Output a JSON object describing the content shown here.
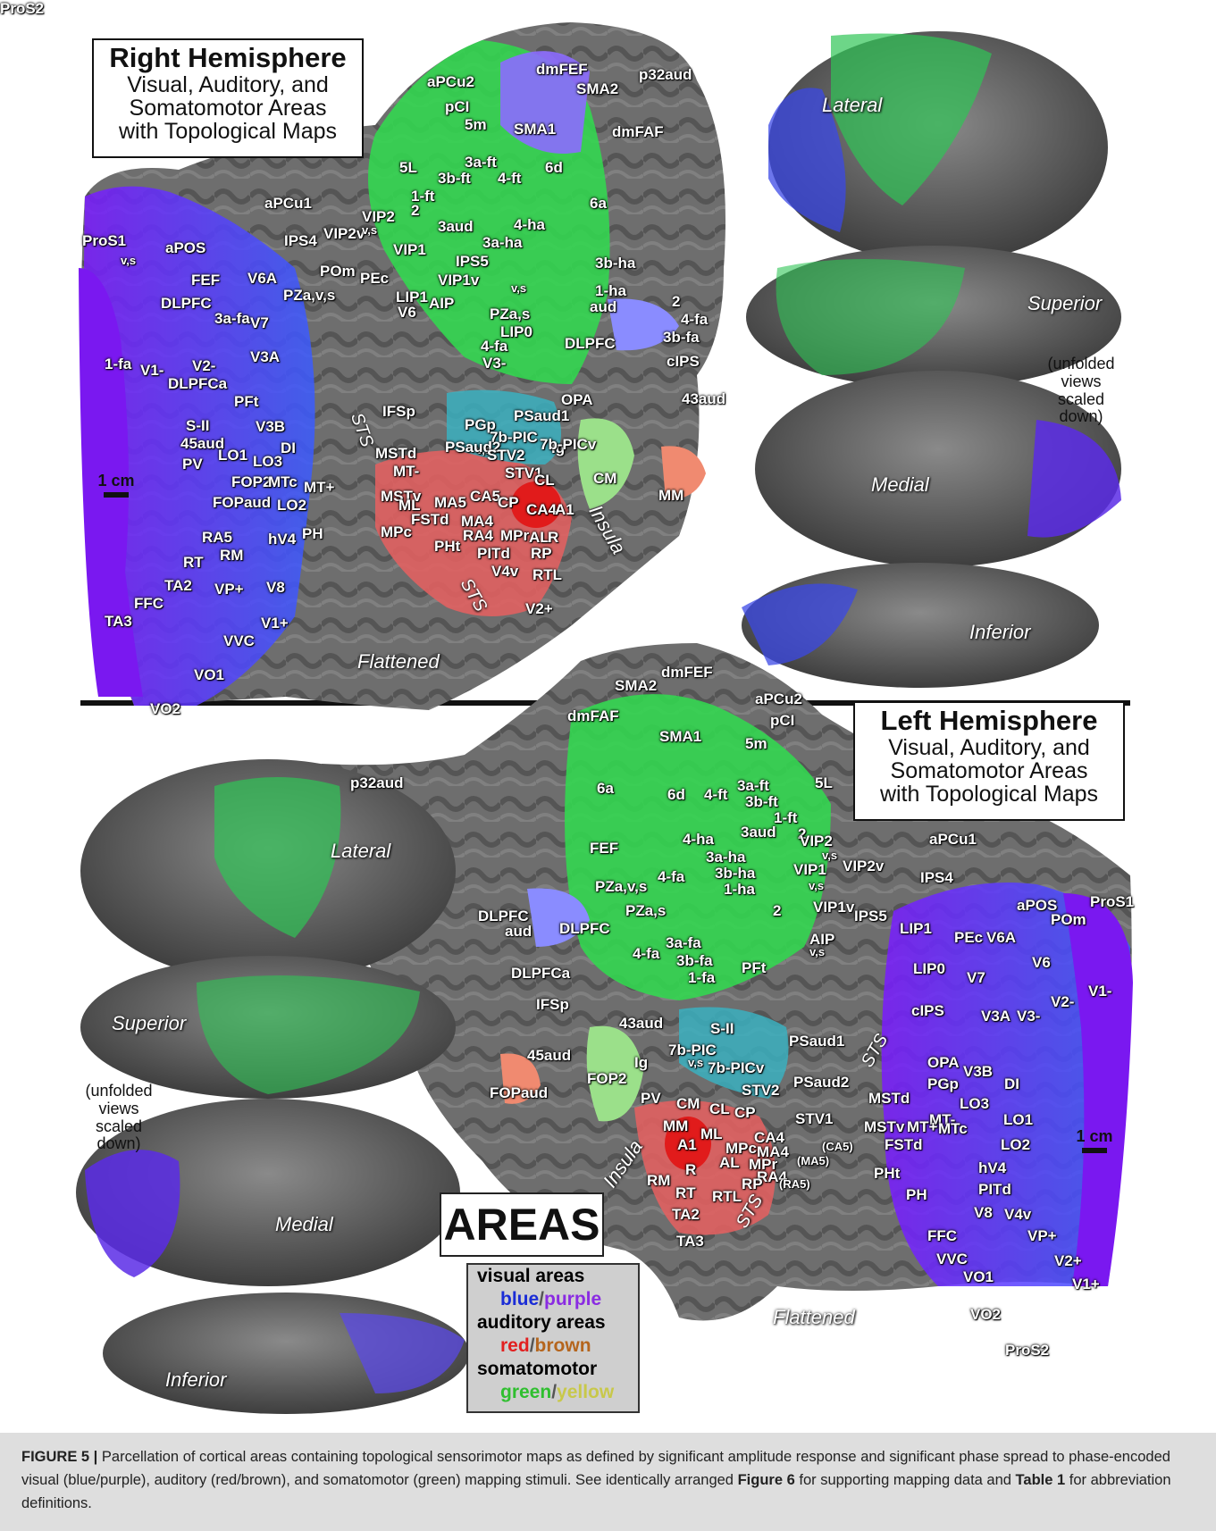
{
  "right_box": {
    "title": "Right Hemisphere",
    "line1": "Visual, Auditory, and",
    "line2": "Somatomotor Areas",
    "line3": "with Topological Maps"
  },
  "left_box": {
    "title": "Left Hemisphere",
    "line1": "Visual, Auditory, and",
    "line2": "Somatomotor Areas",
    "line3": "with Topological Maps"
  },
  "view_labels": {
    "lateral": "Lateral",
    "superior": "Superior",
    "medial": "Medial",
    "inferior": "Inferior",
    "flattened": "Flattened",
    "insula": "Insula",
    "sts": "STS"
  },
  "unfolded_note": [
    "(unfolded",
    "views",
    "scaled",
    "down)"
  ],
  "scale_label": "1 cm",
  "areas_title": "AREAS",
  "legend": {
    "visual_label": "visual areas",
    "visual_colors_a": "blue",
    "slash": "/",
    "visual_colors_b": "purple",
    "auditory_label": "auditory areas",
    "auditory_colors_a": "red",
    "auditory_colors_b": "brown",
    "somato_label": "somatomotor",
    "somato_colors_a": "green",
    "somato_colors_b": "yellow",
    "color_blue": "#1a2cd6",
    "color_purple": "#8a2be2",
    "color_red": "#e22020",
    "color_brown": "#b5651d",
    "color_green": "#2fbf2f",
    "color_yellow": "#c8c84a"
  },
  "area_labels_right": [
    "aPCu2",
    "dmFEF",
    "p32aud",
    "SMA2",
    "pCI",
    "5m",
    "SMA1",
    "dmFAF",
    "3a-ft",
    "6d",
    "5L",
    "3b-ft",
    "4-ft",
    "1-ft",
    "aPCu1",
    "2",
    "6a",
    "3aud",
    "VIP2",
    "4-ha",
    "VIP2v",
    "v,s",
    "IPS4",
    "ProS1",
    "aPOS",
    "VIP1",
    "3a-ha",
    "v,s",
    "POm",
    "IPS5",
    "3b-ha",
    "FEF",
    "V6A",
    "PEc",
    "VIP1v",
    "1-ha",
    "PZa,v,s",
    "LIP1",
    "AIP",
    "2",
    "DLPFC",
    "V6",
    "v,s",
    "4-fa",
    "aud",
    "PZa,s",
    "3a-fa",
    "V7",
    "LIP0",
    "3b-fa",
    "DLPFC",
    "4-fa",
    "1-fa",
    "V1-",
    "V2-",
    "V3A",
    "cIPS",
    "DLPFCa",
    "V3-",
    "PFt",
    "OPA",
    "43aud",
    "IFSp",
    "PSaud1",
    "S-II",
    "V3B",
    "PGp",
    "7b-PIC",
    "v,s",
    "Ig",
    "45aud",
    "DI",
    "MSTd",
    "PSaud2",
    "STV2",
    "7b-PICv",
    "PV",
    "LO1",
    "LO3",
    "MT-",
    "STV1",
    "CL",
    "CM",
    "FOP2",
    "MTc",
    "MT+",
    "MSTv",
    "CA5",
    "CP",
    "ML",
    "MA5",
    "CA4",
    "A1",
    "MM",
    "FOPaud",
    "LO2",
    "FSTd",
    "MA4",
    "MPc",
    "RA5",
    "hV4",
    "PH",
    "PHt",
    "RA4",
    "MPr",
    "AL",
    "R",
    "RM",
    "PITd",
    "RP",
    "RT",
    "V4v",
    "RTL",
    "TA2",
    "VP+",
    "V8",
    "FFC",
    "V2+",
    "TA3",
    "V1+",
    "VVC",
    "VO1",
    "VO2",
    "ProS2"
  ],
  "area_labels_left": [
    "dmFEF",
    "SMA2",
    "aPCu2",
    "dmFAF",
    "pCI",
    "SMA1",
    "5m",
    "p32aud",
    "6a",
    "6d",
    "4-ft",
    "3a-ft",
    "5L",
    "3b-ft",
    "1-ft",
    "2",
    "3aud",
    "FEF",
    "4-ha",
    "VIP2",
    "3a-ha",
    "v,s",
    "aPCu1",
    "VIP2v",
    "3b-ha",
    "VIP1",
    "PZa,v,s",
    "4-fa",
    "v,s",
    "IPS4",
    "1-ha",
    "PZa,s",
    "2",
    "VIP1v",
    "IPS5",
    "aPOS",
    "ProS1",
    "DLPFC",
    "DLPFC",
    "AIP",
    "LIP1",
    "PEc",
    "V6A",
    "POm",
    "aud",
    "3a-fa",
    "v,s",
    "4-fa",
    "3b-fa",
    "PFt",
    "V6",
    "DLPFCa",
    "1-fa",
    "LIP0",
    "V7",
    "V2-",
    "V1-",
    "IFSp",
    "43aud",
    "cIPS",
    "V3A",
    "V3-",
    "S-II",
    "PSaud1",
    "45aud",
    "7b-PIC",
    "OPA",
    "V3B",
    "Ig",
    "v,s",
    "7b-PICv",
    "PGp",
    "DI",
    "FOPaud",
    "FOP2",
    "PSaud2",
    "MSTd",
    "LO3",
    "PV",
    "CM",
    "CL",
    "STV2",
    "CP",
    "MT-",
    "STV1",
    "LO1",
    "MM",
    "ML",
    "MSTv",
    "MT+",
    "MTc",
    "CA4",
    "A1",
    "MPc",
    "MA4",
    "(CA5)",
    "FSTd",
    "LO2",
    "AL",
    "MPr",
    "(MA5)",
    "hV4",
    "R",
    "RA4",
    "PHt",
    "RM",
    "RP",
    "PITd",
    "RT",
    "RTL",
    "(RA5)",
    "PH",
    "V8",
    "V4v",
    "TA2",
    "FFC",
    "VP+",
    "TA3",
    "VVC",
    "V2+",
    "VO1",
    "V1+",
    "VO2",
    "ProS2"
  ],
  "caption": {
    "figure_label": "FIGURE 5 |",
    "text_1": "Parcellation of cortical areas containing topological sensorimotor maps as defined by significant amplitude response and significant phase spread to phase-encoded visual (blue/purple), auditory (red/brown), and somatomotor (green) mapping stimuli. See identically arranged",
    "ref_figure": "Figure 6",
    "text_2": "for supporting mapping data and",
    "ref_table": "Table 1",
    "text_3": "for abbreviation definitions."
  }
}
